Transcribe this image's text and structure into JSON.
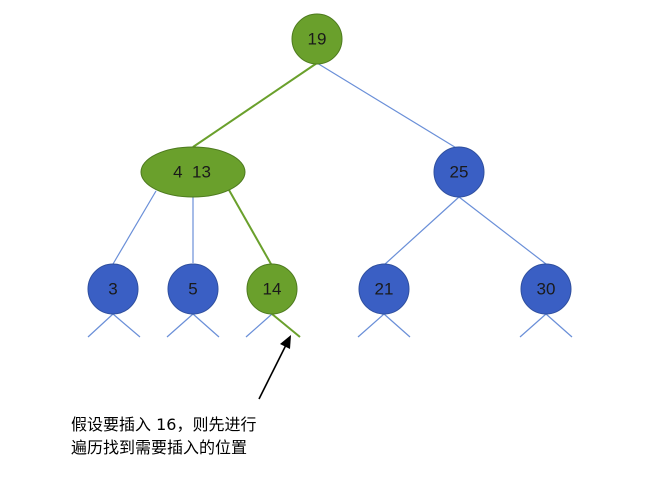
{
  "colors": {
    "insert_path": "#6aa02c",
    "regular_node": "#3a5fc4",
    "regular_edge": "#6a8fd8",
    "node_stroke": "#2f4f9e",
    "path_node_stroke": "#4d7a1e",
    "arrow": "#000000"
  },
  "tree": {
    "root": {
      "label": "19"
    },
    "left_internal": {
      "label": "4  13"
    },
    "right_internal": {
      "label": "25"
    },
    "leaves": {
      "leaf_3": {
        "label": "3"
      },
      "leaf_5": {
        "label": "5"
      },
      "leaf_14": {
        "label": "14"
      },
      "leaf_21": {
        "label": "21"
      },
      "leaf_30": {
        "label": "30"
      }
    }
  },
  "annotation": {
    "line1": "假设要插入 16，则先进行",
    "line2": "遍历找到需要插入的位置"
  }
}
